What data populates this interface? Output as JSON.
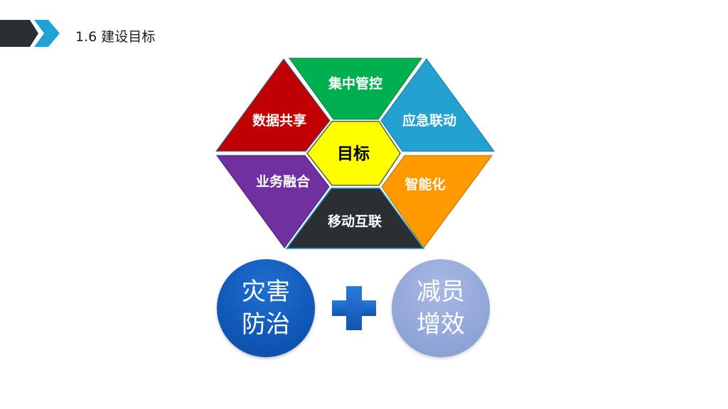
{
  "header": {
    "title": "1.6 建设目标",
    "chevron_colors": {
      "dark": "#2b2f33",
      "accent": "#1fa2d4"
    }
  },
  "hexagon": {
    "center": {
      "label": "目标",
      "color": "#ffff00"
    },
    "segments": [
      {
        "id": "top",
        "label": "集中管控",
        "color": "#00b050"
      },
      {
        "id": "upper-left",
        "label": "数据共享",
        "color": "#c00000"
      },
      {
        "id": "upper-right",
        "label": "应急联动",
        "color": "#21a2d1"
      },
      {
        "id": "lower-left",
        "label": "业务融合",
        "color": "#7030a0"
      },
      {
        "id": "lower-right",
        "label": "智能化",
        "color": "#ff9900"
      },
      {
        "id": "bottom",
        "label": "移动互联",
        "color": "#2b2f33"
      }
    ]
  },
  "equation": {
    "left": {
      "line1": "灾害",
      "line2": "防治",
      "color": "#1158b8"
    },
    "operator": "plus",
    "right": {
      "line1": "减员",
      "line2": "增效",
      "color": "#93a8d9"
    }
  }
}
